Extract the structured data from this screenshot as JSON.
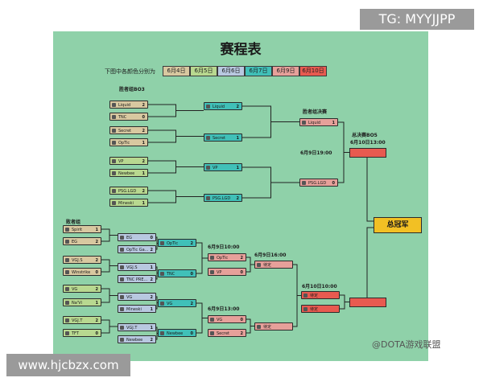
{
  "overlay": {
    "tg": "TG: MYYJJPP",
    "website": "www.hjcbzx.com"
  },
  "board": {
    "title": "赛程表",
    "legend_label": "下图中各颜色分别为",
    "legend": [
      "6月4日",
      "6月5日",
      "6月6日",
      "6月7日",
      "6月9日",
      "6月10日"
    ],
    "legend_colors": [
      "#d8c8a0",
      "#b8d890",
      "#b8c8e0",
      "#40c0b8",
      "#e6a09a",
      "#e85a50"
    ],
    "stages": {
      "winners_bo3": "胜者组BO3",
      "losers": "败者组",
      "winners_final": "胜者组决赛",
      "grand_final": "总决赛BO5",
      "grand_final_time": "6月10日13:00",
      "wf_time": "6月9日19:00",
      "lb_time_1": "6月9日10:00",
      "lb_time_2": "6月9日16:00",
      "lb_time_3": "6月9日13:00",
      "lb_final_time": "6月10日10:00"
    },
    "champion": "总冠军",
    "watermark": "@DOTA游戏联盟"
  },
  "wb_r1": [
    {
      "name": "Liquid",
      "score": "2",
      "color": "tan"
    },
    {
      "name": "TNC",
      "score": "0",
      "color": "tan"
    },
    {
      "name": "Secret",
      "score": "2",
      "color": "tan"
    },
    {
      "name": "OpTic",
      "score": "1",
      "color": "tan"
    },
    {
      "name": "VP",
      "score": "2",
      "color": "green"
    },
    {
      "name": "Newbee",
      "score": "1",
      "color": "green"
    },
    {
      "name": "PSG.LGD",
      "score": "2",
      "color": "green"
    },
    {
      "name": "Mineski",
      "score": "1",
      "color": "green"
    }
  ],
  "wb_r2": [
    {
      "name": "Liquid",
      "score": "2",
      "color": "teal"
    },
    {
      "name": "Secret",
      "score": "1",
      "color": "teal"
    },
    {
      "name": "VP",
      "score": "1",
      "color": "teal"
    },
    {
      "name": "PSG.LGD",
      "score": "2",
      "color": "teal"
    }
  ],
  "wb_final": [
    {
      "name": "Liquid",
      "score": "1",
      "color": "rose"
    },
    {
      "name": "PSG.LGD",
      "score": "0",
      "color": "rose"
    }
  ],
  "lb_r1": [
    {
      "name": "Spirit",
      "score": "1",
      "color": "tan"
    },
    {
      "name": "EG",
      "score": "2",
      "color": "tan"
    },
    {
      "name": "VGJ.S",
      "score": "2",
      "color": "tan"
    },
    {
      "name": "Winstrike",
      "score": "0",
      "color": "tan"
    },
    {
      "name": "VG",
      "score": "2",
      "color": "green"
    },
    {
      "name": "Na'Vi",
      "score": "1",
      "color": "green"
    },
    {
      "name": "VGJ.T",
      "score": "2",
      "color": "green"
    },
    {
      "name": "TFT",
      "score": "0",
      "color": "green"
    }
  ],
  "lb_r2": [
    {
      "name": "EG",
      "score": "0",
      "color": "blue"
    },
    {
      "name": "OpTic Ga...",
      "score": "2",
      "color": "blue"
    },
    {
      "name": "VGJ.S",
      "score": "1",
      "color": "blue"
    },
    {
      "name": "TNC PRE...",
      "score": "2",
      "color": "blue"
    },
    {
      "name": "VG",
      "score": "2",
      "color": "blue"
    },
    {
      "name": "Mineski",
      "score": "1",
      "color": "blue"
    },
    {
      "name": "VGJ.T",
      "score": "1",
      "color": "blue"
    },
    {
      "name": "Newbee",
      "score": "2",
      "color": "blue"
    }
  ],
  "lb_r3": [
    {
      "name": "OpTic",
      "score": "2",
      "color": "teal"
    },
    {
      "name": "TNC",
      "score": "0",
      "color": "teal"
    },
    {
      "name": "VG",
      "score": "2",
      "color": "teal"
    },
    {
      "name": "Newbee",
      "score": "0",
      "color": "teal"
    }
  ],
  "lb_r4": [
    {
      "name": "OpTic",
      "score": "2",
      "color": "rose"
    },
    {
      "name": "VP",
      "score": "0",
      "color": "rose"
    },
    {
      "name": "VG",
      "score": "0",
      "color": "rose"
    },
    {
      "name": "Secret",
      "score": "2",
      "color": "rose"
    }
  ],
  "lb_r5": [
    {
      "name": "待定",
      "score": "",
      "color": "rose"
    },
    {
      "name": "待定",
      "score": "",
      "color": "rose"
    }
  ],
  "lb_final": [
    {
      "name": "待定",
      "score": "",
      "color": "red"
    },
    {
      "name": "待定",
      "score": "",
      "color": "red"
    }
  ]
}
